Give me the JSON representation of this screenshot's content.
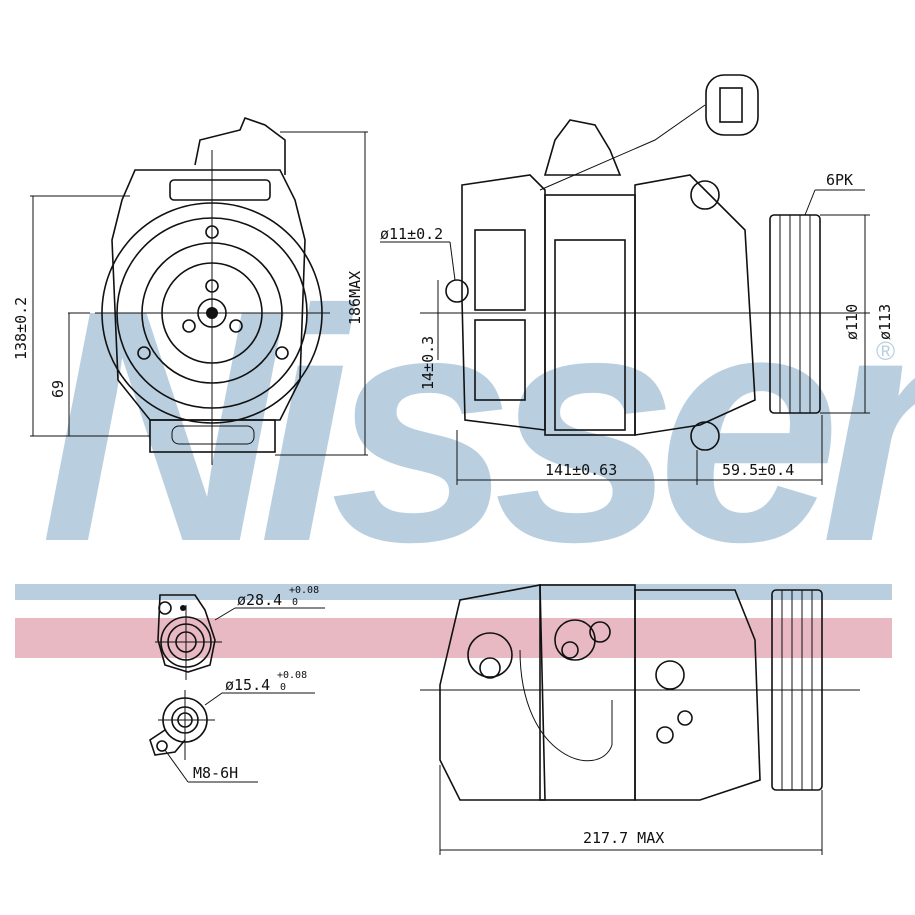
{
  "watermark": {
    "brand": "Nissens",
    "registered": "®",
    "colors": {
      "blue": "#b9cfe0",
      "pink": "#e8b9c3"
    }
  },
  "front_view": {
    "dim_height": "138±0.2",
    "dim_axis": "69",
    "dim_max": "186MAX"
  },
  "side_view": {
    "dim_hole": "ø11±0.2",
    "dim_offset": "14±0.3",
    "dim_length": "141±0.63",
    "dim_pulley_offset": "59.5±0.4",
    "belt": "6PK",
    "dim_pulley_d1": "ø110",
    "dim_pulley_d2": "ø113"
  },
  "ports_view": {
    "port_large": "ø28.4",
    "port_large_tol_upper": "+0.08",
    "port_large_tol_lower": "0",
    "port_small": "ø15.4",
    "port_small_tol_upper": "+0.08",
    "port_small_tol_lower": "0",
    "thread": "M8-6H"
  },
  "top_view": {
    "dim_total": "217.7 MAX"
  }
}
